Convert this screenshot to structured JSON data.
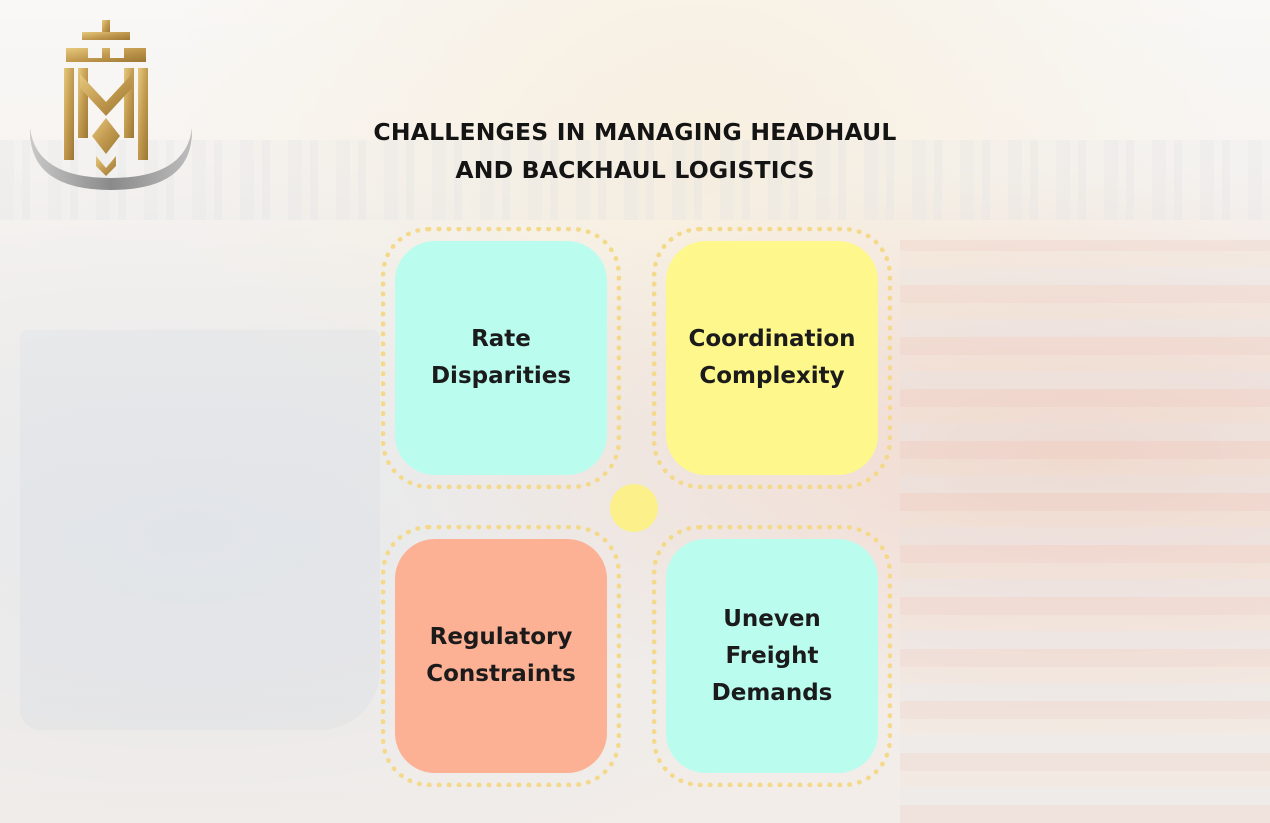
{
  "title_line1": "CHALLENGES IN MANAGING HEADHAUL",
  "title_line2": "AND BACKHAUL LOGISTICS",
  "colors": {
    "teal": "#bafcee",
    "yellow": "#fdf78c",
    "salmon": "#fcb094",
    "gold": "#c9a35a",
    "dot_border": "#f4d98a",
    "center_dot": "#fbf08a"
  },
  "cards": [
    {
      "label": "Rate Disparities",
      "color": "#bafcee"
    },
    {
      "label": "Coordination Complexity",
      "color": "#fdf78c"
    },
    {
      "label": "Regulatory Constraints",
      "color": "#fcb094"
    },
    {
      "label": "Uneven Freight Demands",
      "color": "#bafcee"
    }
  ],
  "icons": {
    "logo": "crown-shield-logo-icon"
  }
}
